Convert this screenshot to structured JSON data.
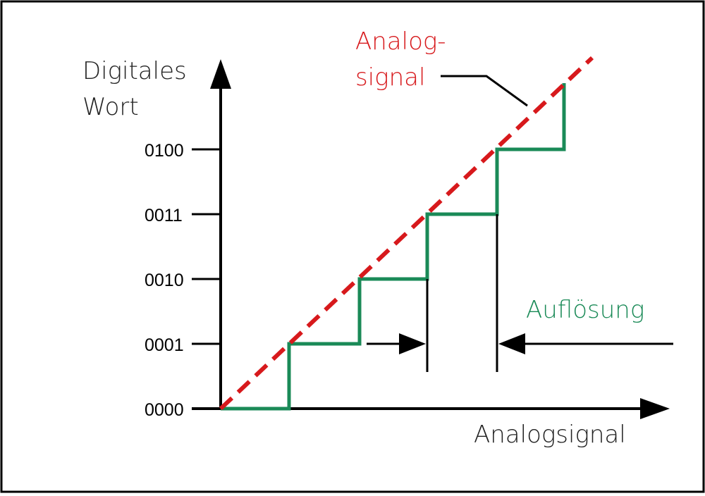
{
  "axes": {
    "y_title_line1": "Digitales",
    "y_title_line2": "Wort",
    "x_title": "Analogsignal",
    "y_ticks": [
      "0000",
      "0001",
      "0010",
      "0011",
      "0100"
    ]
  },
  "labels": {
    "analog_line1": "Analog-",
    "analog_line2": "signal",
    "resolution": "Auflösung"
  },
  "colors": {
    "frame": "#000000",
    "axis": "#000000",
    "analog_signal": "#d7191c",
    "digital_steps": "#1a8a57",
    "resolution_label": "#1a8a57"
  }
}
